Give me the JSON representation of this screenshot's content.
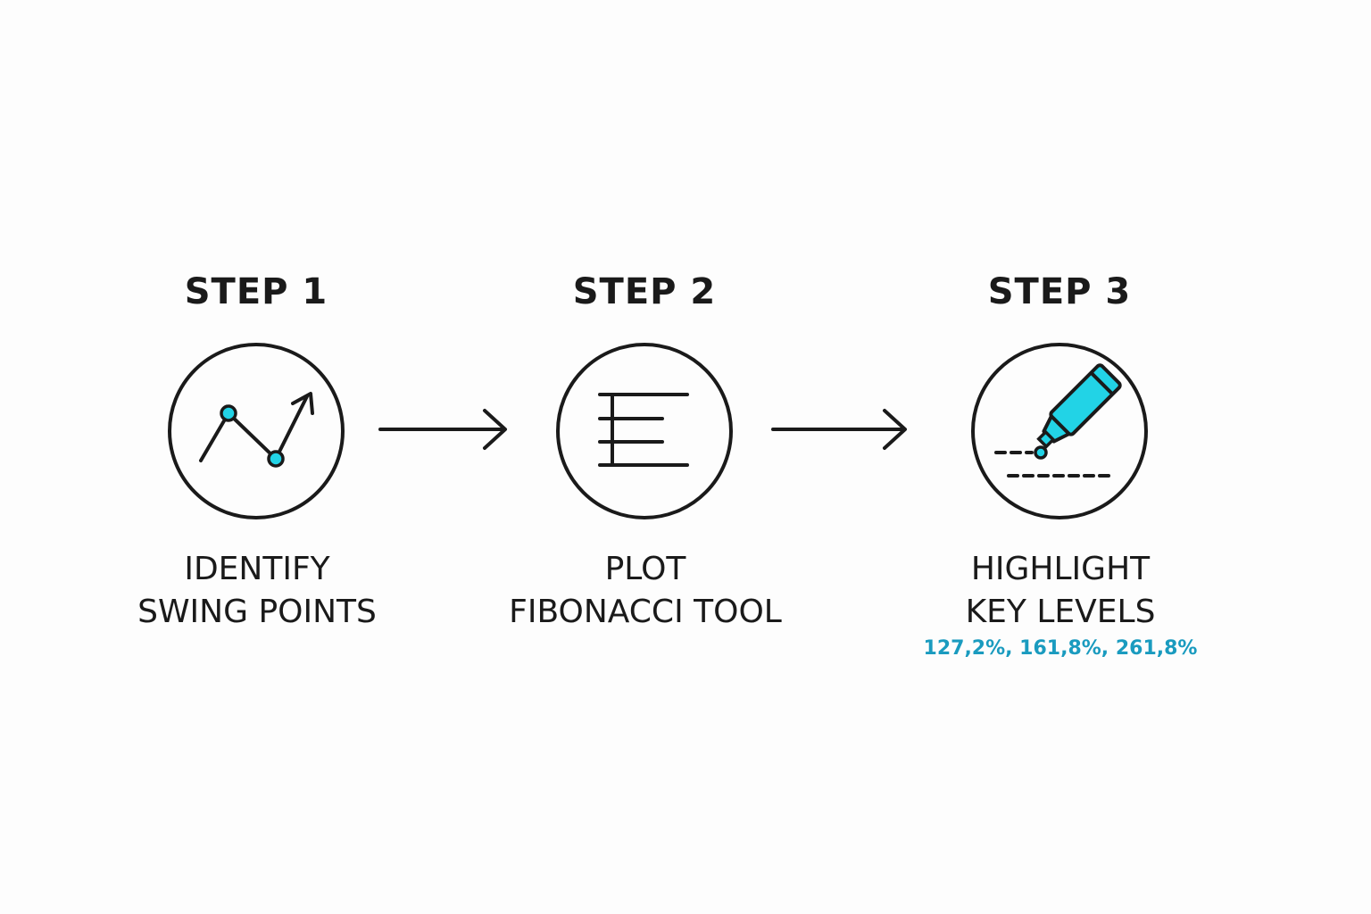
{
  "colors": {
    "ink": "#1a1a1a",
    "accent": "#22d3e6",
    "accent_text": "#1a9bbf",
    "background": "#fdfdfd"
  },
  "steps": [
    {
      "title": "STEP 1",
      "caption_lines": [
        "IDENTIFY",
        "SWING POINTS"
      ],
      "icon": "swing-points-chart-icon"
    },
    {
      "title": "STEP 2",
      "caption_lines": [
        "PLOT",
        "FIBONACCI TOOL"
      ],
      "icon": "fibonacci-levels-icon"
    },
    {
      "title": "STEP 3",
      "caption_lines": [
        "HIGHLIGHT",
        "KEY LEVELS"
      ],
      "detail": "127,2%, 161,8%, 261,8%",
      "icon": "highlighter-marker-icon"
    }
  ],
  "connectors": [
    "arrow-right-icon",
    "arrow-right-icon"
  ]
}
